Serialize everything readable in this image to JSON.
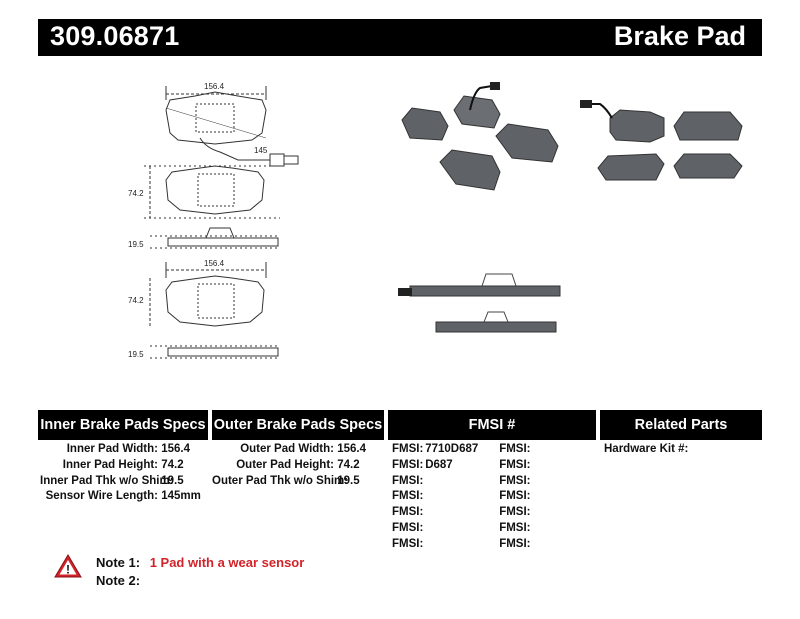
{
  "header": {
    "part_number": "309.06871",
    "product_type": "Brake Pad"
  },
  "drawing": {
    "dims": {
      "width": "156.4",
      "height": "74.2",
      "thickness": "19.5",
      "sensor": "145"
    }
  },
  "sections": {
    "inner_title": "Inner Brake Pads Specs",
    "outer_title": "Outer Brake Pads Specs",
    "fmsi_title": "FMSI #",
    "related_title": "Related Parts"
  },
  "inner_specs": [
    {
      "label": "Inner Pad Width:",
      "value": "156.4"
    },
    {
      "label": "Inner Pad Height:",
      "value": "74.2"
    },
    {
      "label": "Inner Pad Thk w/o Shim:",
      "value": "19.5"
    },
    {
      "label": "Sensor Wire Length:",
      "value": "145mm"
    }
  ],
  "outer_specs": [
    {
      "label": "Outer Pad Width:",
      "value": "156.4"
    },
    {
      "label": "Outer Pad Height:",
      "value": "74.2"
    },
    {
      "label": "Outer Pad Thk w/o Shim:",
      "value": "19.5"
    }
  ],
  "fmsi": {
    "label": "FMSI:",
    "rows": [
      {
        "v1": "7710D687",
        "v2": ""
      },
      {
        "v1": "D687",
        "v2": ""
      },
      {
        "v1": "",
        "v2": ""
      },
      {
        "v1": "",
        "v2": ""
      },
      {
        "v1": "",
        "v2": ""
      },
      {
        "v1": "",
        "v2": ""
      },
      {
        "v1": "",
        "v2": ""
      }
    ]
  },
  "related": {
    "hardware_label": "Hardware Kit #:"
  },
  "notes": {
    "note1_label": "Note 1:",
    "note1_text": "1 Pad with a wear sensor",
    "note2_label": "Note 2:",
    "warning_icon_text": "!"
  },
  "colors": {
    "header_bg": "#000000",
    "note_red": "#d2232a",
    "pad_gray": "#5f6368"
  }
}
